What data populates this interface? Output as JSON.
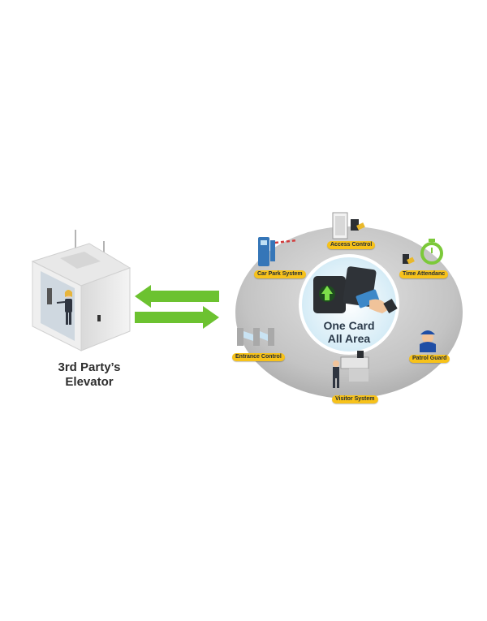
{
  "elevator": {
    "label_line1": "3rd Party’s",
    "label_line2": "Elevator"
  },
  "hub": {
    "title_line1": "One Card",
    "title_line2": "All Area"
  },
  "systems": [
    {
      "id": "access-control",
      "label": "Access Control"
    },
    {
      "id": "car-park-system",
      "label": "Car Park System"
    },
    {
      "id": "time-attendance",
      "label": "Time Attendanc"
    },
    {
      "id": "entrance-control",
      "label": "Entrance Control"
    },
    {
      "id": "patrol-guard",
      "label": "Patrol Guard"
    },
    {
      "id": "visitor-system",
      "label": "Visitor System"
    }
  ],
  "colors": {
    "arrow_green": "#6cc230",
    "tag_yellow": "#f7c21a",
    "ellipse_gray": "#bdbdbd",
    "hub_blue": "#cfe9f5"
  }
}
